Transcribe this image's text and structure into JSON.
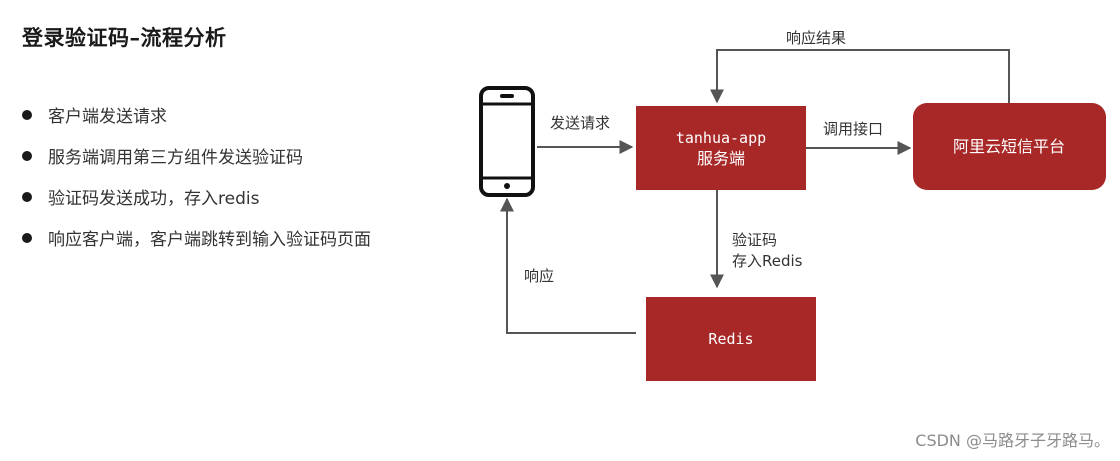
{
  "title": "登录验证码–流程分析",
  "bullets": [
    "客户端发送请求",
    "服务端调用第三方组件发送验证码",
    "验证码发送成功，存入redis",
    "响应客户端，客户端跳转到输入验证码页面"
  ],
  "nodes": {
    "server_line1": "tanhua-app",
    "server_line2": "服务端",
    "aliyun": "阿里云短信平台",
    "redis": "Redis"
  },
  "edges": {
    "send_request": "发送请求",
    "call_api": "调用接口",
    "response_result": "响应结果",
    "code_line1": "验证码",
    "code_line2": "存入Redis",
    "respond": "响应"
  },
  "watermark": "CSDN @马路牙子牙路马。",
  "colors": {
    "box": "#a82828",
    "line": "#555555"
  }
}
